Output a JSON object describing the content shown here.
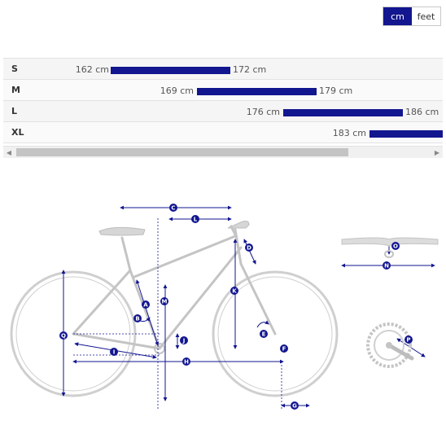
{
  "units": {
    "cm_label": "cm",
    "feet_label": "feet",
    "selected": "cm"
  },
  "sizes": [
    {
      "label": "S",
      "min": "162 cm",
      "max": "172 cm"
    },
    {
      "label": "M",
      "min": "169 cm",
      "max": "179 cm"
    },
    {
      "label": "L",
      "min": "176 cm",
      "max": "186 cm"
    },
    {
      "label": "XL",
      "min": "183 cm",
      "max": ""
    }
  ],
  "bar_color": "#12168f",
  "geometry": {
    "labels": {
      "A": "A",
      "B": "B",
      "C": "C",
      "D": "D",
      "E": "E",
      "F": "F",
      "G": "G",
      "H": "H",
      "I": "I",
      "J": "J",
      "K": "K",
      "L": "L",
      "M": "M",
      "N": "N",
      "O": "O",
      "P": "P",
      "Q": "Q"
    }
  }
}
